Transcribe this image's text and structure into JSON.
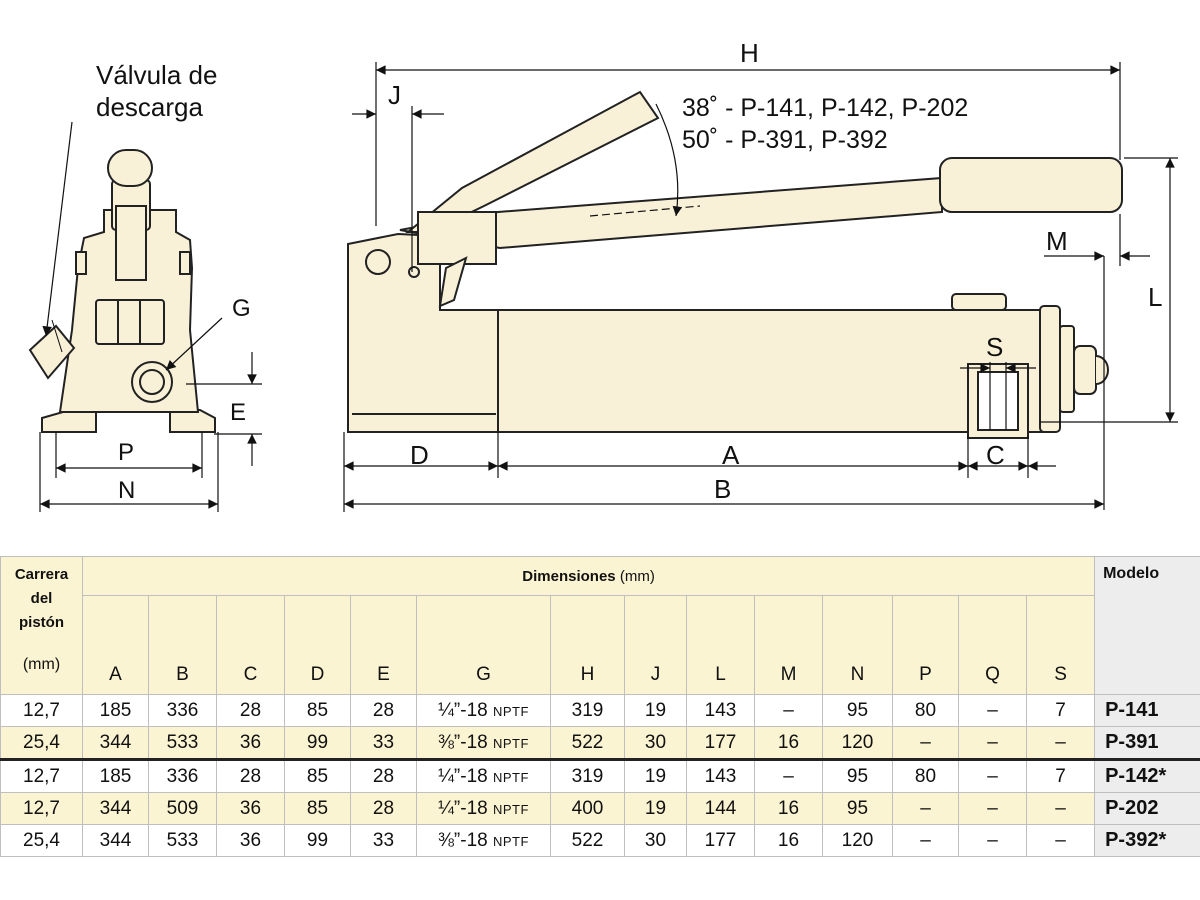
{
  "drawing": {
    "valve_label_line1": "Válvula de",
    "valve_label_line2": "descarga",
    "angle_note_line1": "38˚ - P-141, P-142, P-202",
    "angle_note_line2": "50˚ - P-391, P-392",
    "dim_labels": {
      "G": "G",
      "E": "E",
      "P": "P",
      "N": "N",
      "H": "H",
      "J": "J",
      "M": "M",
      "L": "L",
      "S": "S",
      "D": "D",
      "A": "A",
      "C": "C",
      "B": "B"
    },
    "colors": {
      "body": "#f9f1d7",
      "outline": "#222222"
    }
  },
  "table": {
    "stroke_header": [
      "Carrera",
      "del",
      "pistón"
    ],
    "stroke_unit": "(mm)",
    "dimensions_title": "Dimensiones",
    "dimensions_unit": "(mm)",
    "model_header": "Modelo",
    "columns": [
      "A",
      "B",
      "C",
      "D",
      "E",
      "G",
      "H",
      "J",
      "L",
      "M",
      "N",
      "P",
      "Q",
      "S"
    ],
    "rows": [
      {
        "stroke": "12,7",
        "A": "185",
        "B": "336",
        "C": "28",
        "D": "85",
        "E": "28",
        "G_size": "¼”-18",
        "G_type": "NPTF",
        "H": "319",
        "J": "19",
        "L": "143",
        "M": "–",
        "N": "95",
        "P": "80",
        "Q": "–",
        "S": "7",
        "model": "P-141"
      },
      {
        "stroke": "25,4",
        "A": "344",
        "B": "533",
        "C": "36",
        "D": "99",
        "E": "33",
        "G_size": "⅜”-18",
        "G_type": "NPTF",
        "H": "522",
        "J": "30",
        "L": "177",
        "M": "16",
        "N": "120",
        "P": "–",
        "Q": "–",
        "S": "–",
        "model": "P-391"
      },
      {
        "stroke": "12,7",
        "A": "185",
        "B": "336",
        "C": "28",
        "D": "85",
        "E": "28",
        "G_size": "¼”-18",
        "G_type": "NPTF",
        "H": "319",
        "J": "19",
        "L": "143",
        "M": "–",
        "N": "95",
        "P": "80",
        "Q": "–",
        "S": "7",
        "model": "P-142*"
      },
      {
        "stroke": "12,7",
        "A": "344",
        "B": "509",
        "C": "36",
        "D": "85",
        "E": "28",
        "G_size": "¼”-18",
        "G_type": "NPTF",
        "H": "400",
        "J": "19",
        "L": "144",
        "M": "16",
        "N": "95",
        "P": "–",
        "Q": "–",
        "S": "–",
        "model": "P-202"
      },
      {
        "stroke": "25,4",
        "A": "344",
        "B": "533",
        "C": "36",
        "D": "99",
        "E": "33",
        "G_size": "⅜”-18",
        "G_type": "NPTF",
        "H": "522",
        "J": "30",
        "L": "177",
        "M": "16",
        "N": "120",
        "P": "–",
        "Q": "–",
        "S": "–",
        "model": "P-392*"
      }
    ]
  }
}
